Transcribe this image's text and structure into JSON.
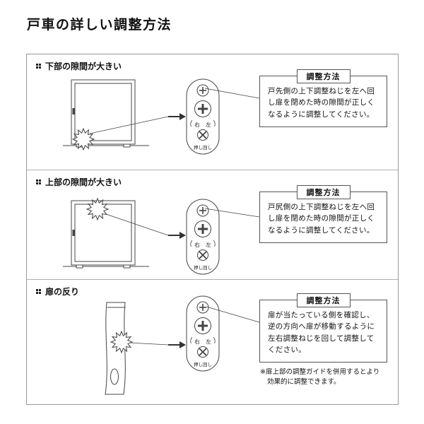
{
  "page": {
    "title": "戸車の詳しい調整方法"
  },
  "sections": [
    {
      "heading": "下部の隙間が大きい",
      "callout": {
        "title": "調整方法",
        "body": "戸先側の上下調整ねじを左へ回し扉を閉めた時の隙間が正しくなるように調整してください。"
      }
    },
    {
      "heading": "上部の隙間が大きい",
      "callout": {
        "title": "調整方法",
        "body": "戸尻側の上下調整ねじを左へ回し扉を閉めた時の隙間が正しくなるように調整してください。"
      }
    },
    {
      "heading": "扉の反り",
      "callout": {
        "title": "調整方法",
        "body": "扉が当たっている側を確認し、逆の方向へ扉が移動するように左右調整ねじを回して調整してください。"
      },
      "note": "※扉上部の調整ガイドを併用するとより効果的に調整できます。"
    }
  ],
  "mechanism": {
    "label_right": "右",
    "label_left": "左",
    "label_push": "押し回し"
  }
}
